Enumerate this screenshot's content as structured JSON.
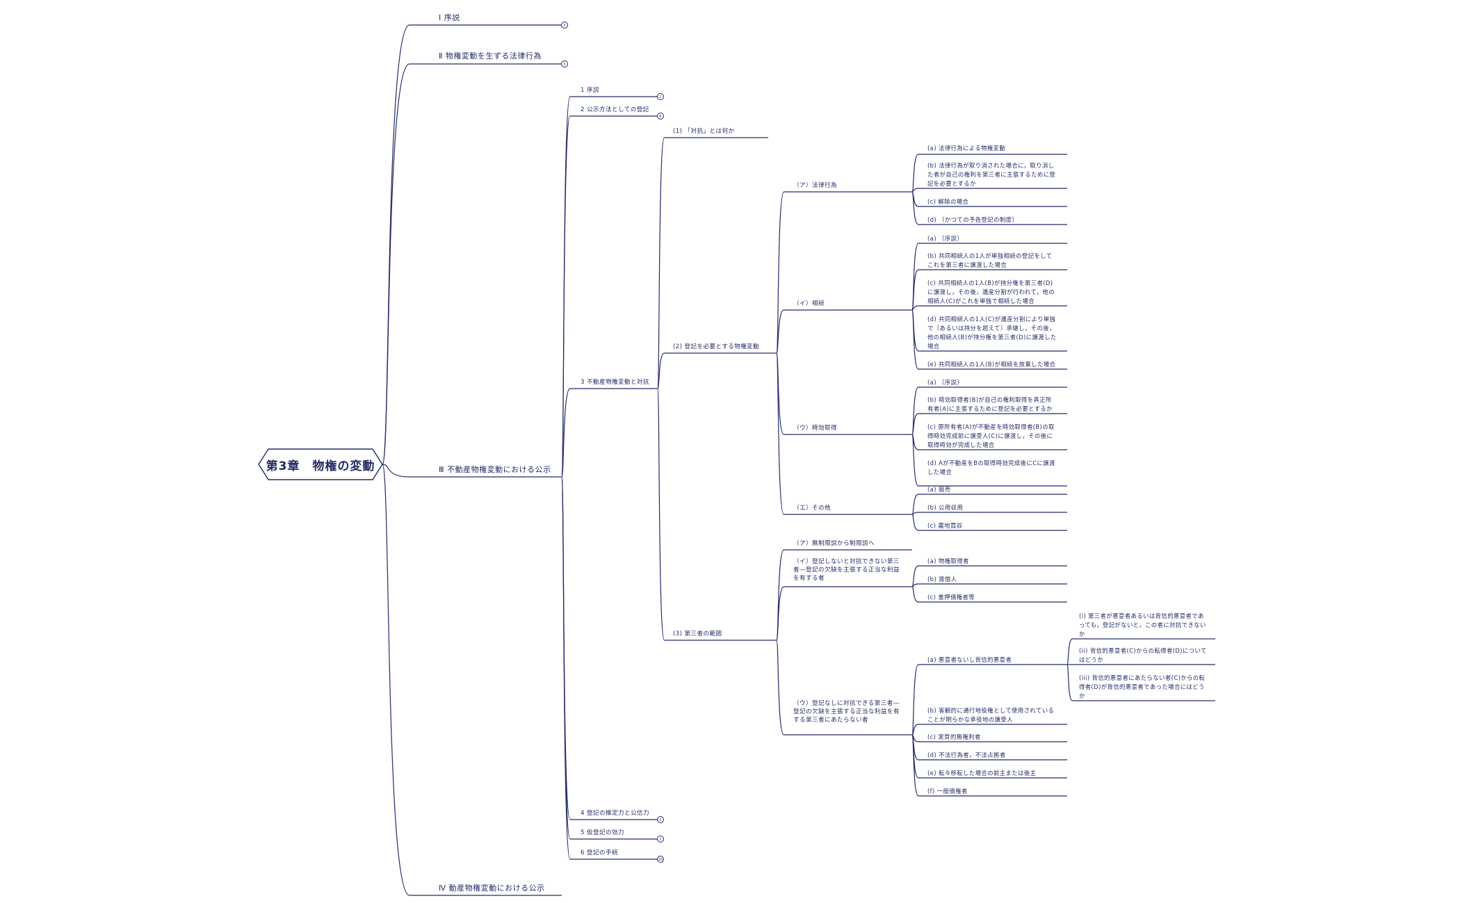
{
  "colors": {
    "line": "#232A66",
    "text": "#232A66",
    "background": "#FFFFFF"
  },
  "root": {
    "label": "第3章　物権の変動"
  },
  "sections": [
    {
      "label": "Ⅰ 序説",
      "collapsed_count": "3"
    },
    {
      "label": "Ⅱ 物権変動を生ずる法律行為",
      "collapsed_count": "5"
    },
    {
      "label": "Ⅲ 不動産物権変動における公示"
    },
    {
      "label": "Ⅳ 動産物権変動における公示"
    }
  ],
  "section3": {
    "items": [
      {
        "label": "1 序説",
        "collapsed_count": "2"
      },
      {
        "label": "2 公示方法としての登記",
        "collapsed_count": "6"
      },
      {
        "label": "3 不動産物権変動と対抗"
      },
      {
        "label": "4 登記の推定力と公信力",
        "collapsed_count": "2"
      },
      {
        "label": "5 仮登記の効力",
        "collapsed_count": "2"
      },
      {
        "label": "6 登記の手続",
        "collapsed_count": "10"
      }
    ],
    "taiko": {
      "items": [
        {
          "label": "(1) 「対抗」とは何か"
        },
        {
          "label": "(2) 登記を必要とする物権変動"
        },
        {
          "label": "(3) 第三者の範囲"
        }
      ],
      "hitsuyo": [
        {
          "label": "（ア）法律行為",
          "children": [
            "(a) 法律行為による物権変動",
            "(b) 法律行為が取り消された場合に，取り消した者が自己の権利を第三者に主張するために登記を必要とするか",
            "(c) 解除の場合",
            "(d) 〔かつての予告登記の制度〕"
          ]
        },
        {
          "label": "（イ）相続",
          "children": [
            "(a) 〔序説〕",
            "(b) 共同相続人の1人が単独相続の登記をしてこれを第三者に譲渡した場合",
            "(c) 共同相続人の1人(B)が持分権を第三者(D)に譲渡し，その後，遺産分割が行われて，他の相続人(C)がこれを単独で相続した場合",
            "(d) 共同相続人の1人(C)が遺産分割により単独で〔あるいは持分を超えて〕承継し，その後，他の相続人(B)が持分権を第三者(D)に譲渡した場合",
            "(e) 共同相続人の1人(B)が相続を放棄した場合"
          ]
        },
        {
          "label": "（ウ）時効取得",
          "children": [
            "(a) 〔序説〕",
            "(b) 時効取得者(B)が自己の権利取得を真正所有者(A)に主張するために登記を必要とするか",
            "(c) 原所有者(A)が不動産を時効取得者(B)の取得時効完成前に譲受人(C)に譲渡し，その後に取得時効が完成した場合",
            "(d) Aが不動産をBの取得時効完成後にCに譲渡した場合"
          ]
        },
        {
          "label": "（エ）その他",
          "children": [
            "(a) 競売",
            "(b) 公用収用",
            "(c) 農地買収"
          ]
        }
      ],
      "daisansha": [
        {
          "label": "（ア）無制限説から制限説へ",
          "children": []
        },
        {
          "label": "（イ）登記しないと対抗できない第三者―登記の欠缺を主張する正当な利益を有する者",
          "children": [
            "(a) 物権取得者",
            "(b) 賃借人",
            "(c) 差押債権者等"
          ]
        },
        {
          "label": "（ウ）登記なしに対抗できる第三者―登記の欠缺を主張する正当な利益を有する第三者にあたらない者",
          "children": [
            "(a) 悪意者ないし背信的悪意者",
            "(b) 客観的に通行地役権として使用されていることが明らかな承役地の譲受人",
            "(c) 実質的無権利者",
            "(d) 不法行為者，不法占拠者",
            "(e) 転々移転した場合の前主または後主",
            "(f) 一般債権者"
          ]
        }
      ],
      "akui": [
        "(i) 第三者が悪意者あるいは背信的悪意者であっても，登記がないと，この者に対抗できないか",
        "(ii) 背信的悪意者(C)からの転得者(D)についてはどうか",
        "(iii) 背信的悪意者にあたらない者(C)からの転得者(D)が背信的悪意者であった場合にはどうか"
      ]
    }
  }
}
